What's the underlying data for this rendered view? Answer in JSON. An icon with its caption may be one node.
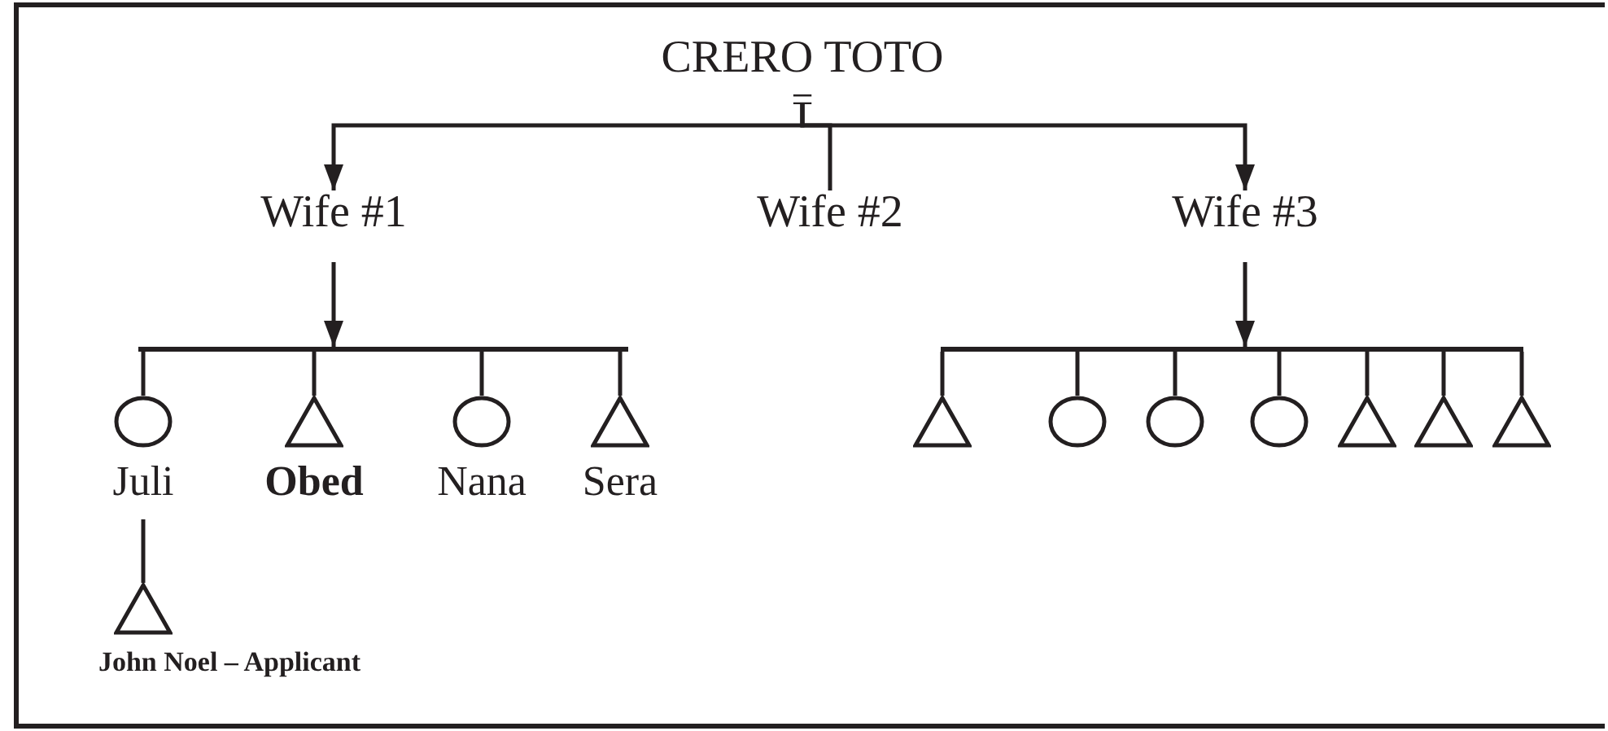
{
  "diagram": {
    "nodes": [
      {
        "text": [
          "CRERO TOTO",
          "="
        ]
      },
      {
        "text": [
          "Wife #1"
        ]
      },
      {
        "text": [
          "Wife #2"
        ]
      },
      {
        "text": [
          "Wife #3"
        ]
      },
      {
        "text": [],
        "shape": "bar"
      },
      {
        "text": [],
        "shape": "bar"
      },
      {
        "text": [],
        "shape": "circle",
        "beside": [
          "Juli"
        ]
      },
      {
        "text": [],
        "shape": "triangle",
        "beside": [
          "Obed"
        ]
      },
      {
        "text": [],
        "shape": "circle",
        "beside": [
          "Nana"
        ]
      },
      {
        "text": [],
        "shape": "triangle",
        "beside": [
          "Sera"
        ]
      },
      {
        "text": [],
        "shape": "triangle"
      },
      {
        "text": [],
        "shape": "circle"
      },
      {
        "text": [],
        "shape": "circle"
      },
      {
        "text": [],
        "shape": "circle"
      },
      {
        "text": [],
        "shape": "triangle"
      },
      {
        "text": [],
        "shape": "triangle"
      },
      {
        "text": [],
        "shape": "triangle"
      },
      {
        "text": [],
        "shape": "triangle",
        "beside": [
          "John Noel – Applicant"
        ]
      }
    ],
    "edges": [
      {
        "from": 0,
        "to": 1,
        "arrow": "to"
      },
      {
        "from": 0,
        "to": 2,
        "arrow": "none"
      },
      {
        "from": 0,
        "to": 3,
        "arrow": "to"
      },
      {
        "from": 1,
        "to": 4,
        "arrow": "to"
      },
      {
        "from": 3,
        "to": 5,
        "arrow": "to"
      },
      {
        "from": 4,
        "to": 6,
        "arrow": "none"
      },
      {
        "from": 4,
        "to": 7,
        "arrow": "none"
      },
      {
        "from": 4,
        "to": 8,
        "arrow": "none"
      },
      {
        "from": 4,
        "to": 9,
        "arrow": "none"
      },
      {
        "from": 5,
        "to": 10,
        "arrow": "none"
      },
      {
        "from": 5,
        "to": 11,
        "arrow": "none"
      },
      {
        "from": 5,
        "to": 12,
        "arrow": "none"
      },
      {
        "from": 5,
        "to": 13,
        "arrow": "none"
      },
      {
        "from": 5,
        "to": 14,
        "arrow": "none"
      },
      {
        "from": 5,
        "to": 15,
        "arrow": "none"
      },
      {
        "from": 5,
        "to": 16,
        "arrow": "none"
      },
      {
        "from": 6,
        "to": 17,
        "arrow": "none"
      }
    ]
  }
}
